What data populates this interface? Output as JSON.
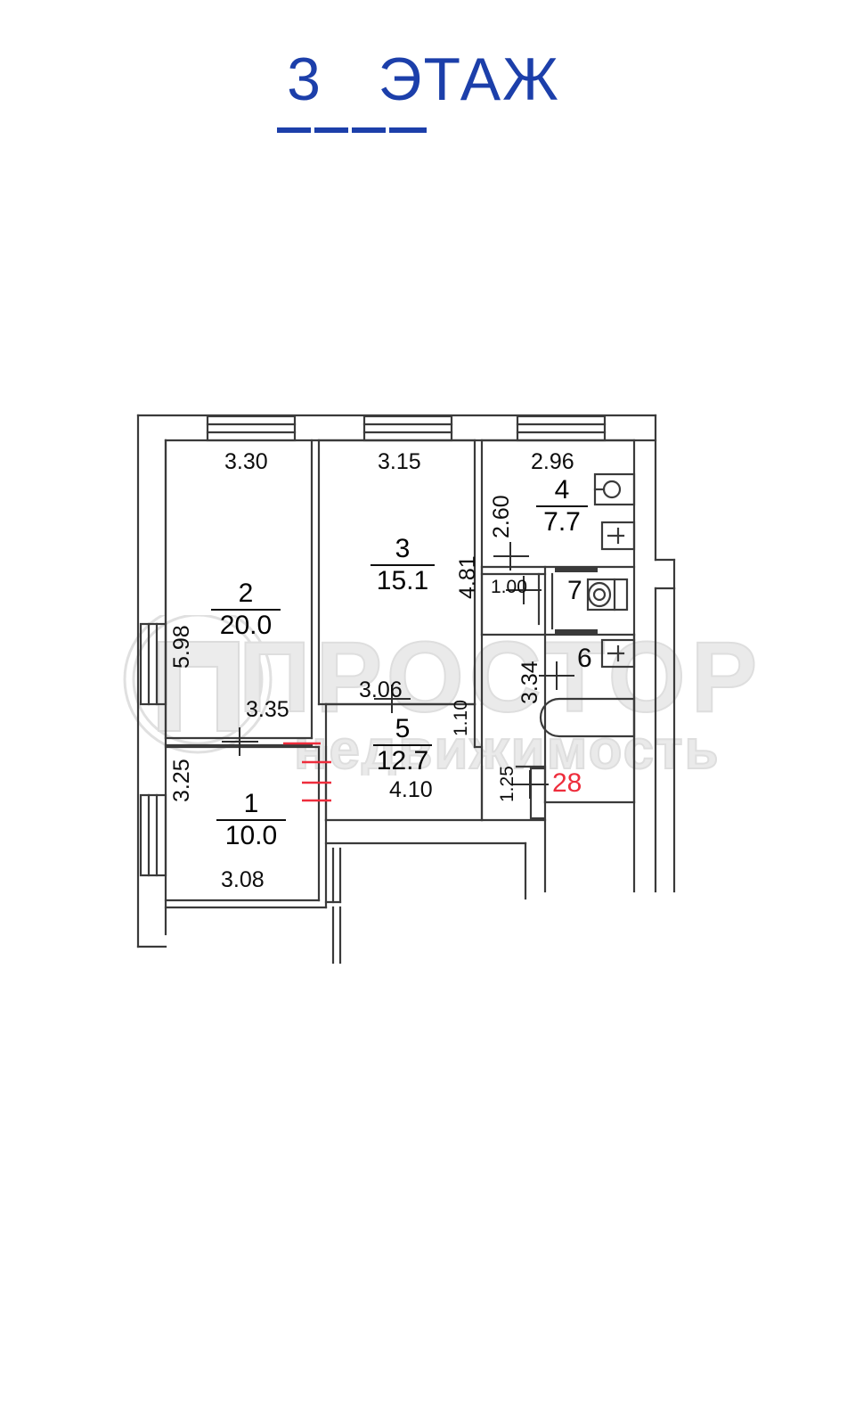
{
  "header": {
    "title": "3   ЭТАЖ",
    "floor_number": "3",
    "floor_word": "ЭТАЖ",
    "title_color": "#1c3faa"
  },
  "watermark": {
    "brand": "ПРОСТОР",
    "subtitle": "недвижимость",
    "color": "#e3e3e3"
  },
  "plan": {
    "apartment_number": "28",
    "apartment_number_color": "#ee2d3c",
    "rooms": [
      {
        "id": "room-1",
        "number": "1",
        "area": "10.0",
        "name": "room-1-bedroom"
      },
      {
        "id": "room-2",
        "number": "2",
        "area": "20.0",
        "name": "room-2-living-room"
      },
      {
        "id": "room-3",
        "number": "3",
        "area": "15.1",
        "name": "room-3-bedroom"
      },
      {
        "id": "room-4",
        "number": "4",
        "area": "7.7",
        "name": "room-4-kitchen"
      },
      {
        "id": "room-5",
        "number": "5",
        "area": "12.7",
        "name": "room-5-hallway"
      },
      {
        "id": "room-6",
        "number": "6",
        "area": "",
        "name": "room-6-bathroom"
      },
      {
        "id": "room-7",
        "number": "7",
        "area": "",
        "name": "room-7-toilet"
      }
    ],
    "dimensions": {
      "room2_top": "3.30",
      "room2_left": "5.98",
      "room2_bottom": "3.35",
      "room3_top": "3.15",
      "room3_right": "4.81",
      "room3_bottom": "3.06",
      "room4_top": "2.96",
      "room4_left": "2.60",
      "room7_left": "1.00",
      "room6_left": "3.34",
      "room5_right": "1.10",
      "room5_bottom": "4.10",
      "entry_width": "1.25",
      "room1_left": "3.25",
      "room1_bottom": "3.08"
    },
    "fixtures": [
      {
        "name": "kitchen-sink-icon"
      },
      {
        "name": "stove-icon"
      },
      {
        "name": "toilet-icon"
      },
      {
        "name": "bathtub-icon"
      },
      {
        "name": "washbasin-icon"
      },
      {
        "name": "window-icon"
      },
      {
        "name": "door-icon"
      }
    ]
  }
}
